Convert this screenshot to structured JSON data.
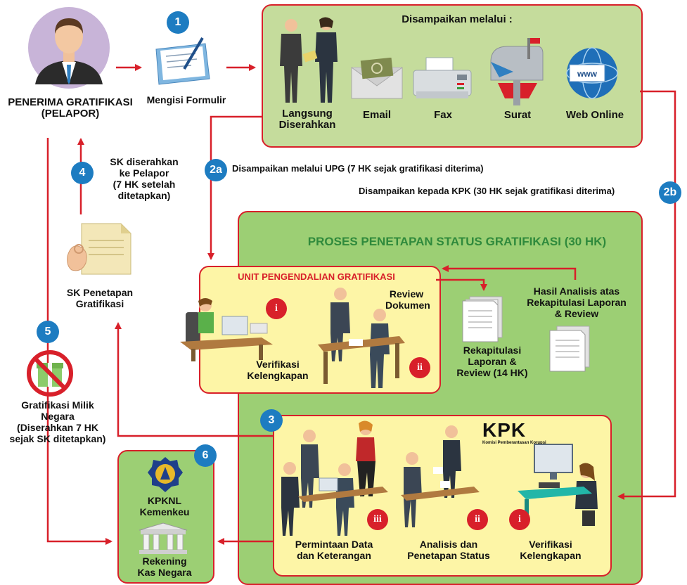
{
  "steps": {
    "s1": "1",
    "s2a": "2a",
    "s2b": "2b",
    "s3": "3",
    "s4": "4",
    "s5": "5",
    "s6": "6"
  },
  "reporter": {
    "line1": "PENERIMA GRATIFIKASI",
    "line2": "(PELAPOR)"
  },
  "form_label": "Mengisi Formulir",
  "channels": {
    "title": "Disampaikan melalui :",
    "items": [
      {
        "l1": "Langsung",
        "l2": "Diserahkan"
      },
      {
        "l1": "Email",
        "l2": ""
      },
      {
        "l1": "Fax",
        "l2": ""
      },
      {
        "l1": "Surat",
        "l2": ""
      },
      {
        "l1": "Web Online",
        "l2": ""
      }
    ]
  },
  "notes": {
    "n2a": "Disampaikan melalui UPG (7 HK sejak gratifikasi diterima)",
    "n2b": "Disampaikan kepada KPK (30 HK sejak gratifikasi diterima)",
    "sk_l1": "SK diserahkan",
    "sk_l2": "ke Pelapor",
    "sk_l3": "(7 HK setelah",
    "sk_l4": "ditetapkan)"
  },
  "sk_doc": {
    "l1": "SK Penetapan",
    "l2": "Gratifikasi"
  },
  "milik": {
    "l1": "Gratifikasi Milik",
    "l2": "Negara",
    "l3": "(Diserahkan 7 HK",
    "l4": "sejak SK ditetapkan)"
  },
  "process_title": "PROSES PENETAPAN STATUS GRATIFIKASI (30 HK)",
  "upg": {
    "title": "UNIT PENGENDALIAN GRATIFIKASI",
    "roman_i": "i",
    "roman_ii": "ii",
    "verif_l1": "Verifikasi",
    "verif_l2": "Kelengkapan",
    "review_l1": "Review",
    "review_l2": "Dokumen"
  },
  "rekap": {
    "l1": "Rekapitulasi",
    "l2": "Laporan &",
    "l3": "Review (14 HK)"
  },
  "hasil": {
    "l1": "Hasil Analisis atas",
    "l2": "Rekapitulasi Laporan",
    "l3": "& Review"
  },
  "kpk": {
    "logo": "KPK",
    "sub": "Komisi Pemberantasan Korupsi",
    "roman_iii": "iii",
    "roman_ii": "ii",
    "roman_i": "i",
    "permintaan_l1": "Permintaan Data",
    "permintaan_l2": "dan Keterangan",
    "analisis_l1": "Analisis dan",
    "analisis_l2": "Penetapan Status",
    "verif_l1": "Verifikasi",
    "verif_l2": "Kelengkapan"
  },
  "kpknl": {
    "l1": "KPKNL",
    "l2": "Kemenkeu",
    "l3": "Rekening",
    "l4": "Kas Negara"
  },
  "colors": {
    "arrow": "#d8202a",
    "step": "#1d7cc1",
    "green": "#c5dc9c",
    "yellow": "#fdf5a6",
    "title_green": "#2f8a3c",
    "upg_title": "#d8202a"
  }
}
